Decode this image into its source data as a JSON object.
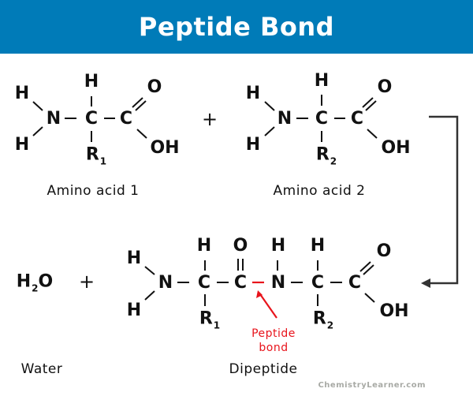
{
  "header": {
    "title": "Peptide Bond",
    "background_color": "#007bb8"
  },
  "reactants": {
    "amino_acid_1": {
      "label": "Amino acid 1",
      "atoms": {
        "h_left_top": "H",
        "h_left_bottom": "H",
        "n": "N",
        "c_alpha": "C",
        "h_alpha": "H",
        "r": "R",
        "r_sub": "1",
        "c_carboxyl": "C",
        "o": "O",
        "oh": "OH"
      }
    },
    "plus": "+",
    "amino_acid_2": {
      "label": "Amino acid 2",
      "atoms": {
        "h_left_top": "H",
        "h_left_bottom": "H",
        "n": "N",
        "c_alpha": "C",
        "h_alpha": "H",
        "r": "R",
        "r_sub": "2",
        "c_carboxyl": "C",
        "o": "O",
        "oh": "OH"
      }
    }
  },
  "products": {
    "water": {
      "formula_h": "H",
      "formula_sub": "2",
      "formula_o": "O",
      "label": "Water"
    },
    "plus": "+",
    "dipeptide": {
      "label": "Dipeptide",
      "atoms": {
        "h_left_top": "H",
        "h_left_bottom": "H",
        "n1": "N",
        "c1_alpha": "C",
        "h1_alpha": "H",
        "r1": "R",
        "r1_sub": "1",
        "c_carbonyl": "C",
        "o_carbonyl": "O",
        "n2": "N",
        "h_n2": "H",
        "c2_alpha": "C",
        "h2_alpha": "H",
        "r2": "R",
        "r2_sub": "2",
        "c_carboxyl": "C",
        "o": "O",
        "oh": "OH"
      },
      "peptide_bond_label_line1": "Peptide",
      "peptide_bond_label_line2": "bond",
      "peptide_bond_color": "#e8141c"
    }
  },
  "reaction_arrow": {
    "icon": "elbow-arrow-icon",
    "color": "#333333"
  },
  "watermark": "ChemistryLearner.com"
}
